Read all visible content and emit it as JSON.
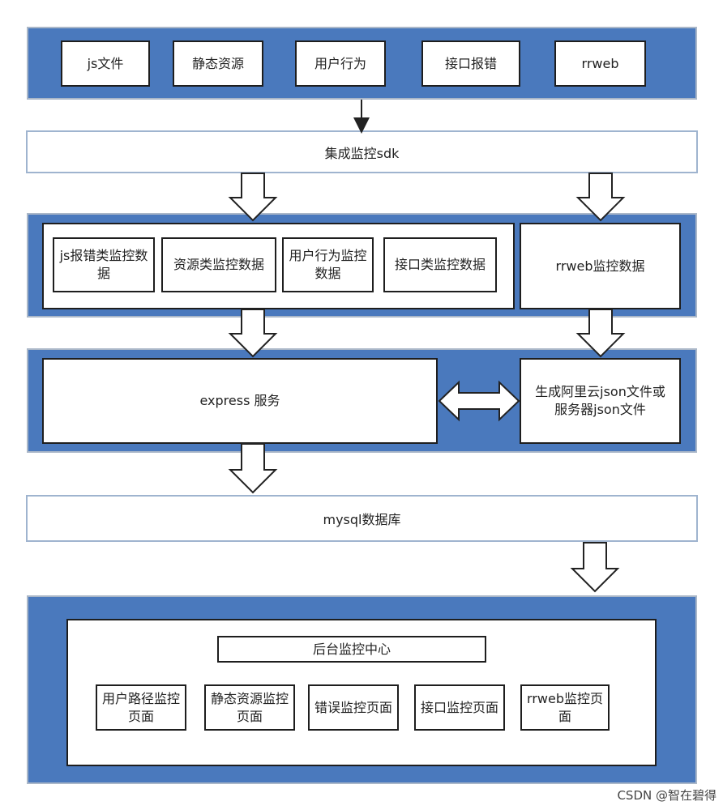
{
  "sources": {
    "js_files": "js文件",
    "static_resources": "静态资源",
    "user_behavior": "用户行为",
    "api_error": "接口报错",
    "rrweb": "rrweb"
  },
  "sdk_bar": "集成监控sdk",
  "monitor_data": {
    "js_error": "js报错类监控数据",
    "resource": "资源类监控数据",
    "user_behavior": "用户行为监控数据",
    "api": "接口类监控数据",
    "rrweb": "rrweb监控数据"
  },
  "services": {
    "express": "express 服务",
    "json_file": "生成阿里云json文件或服务器json文件"
  },
  "db_bar": "mysql数据库",
  "admin": {
    "center": "后台监控中心",
    "pages": {
      "user_path": "用户路径监控页面",
      "static_resource": "静态资源监控页面",
      "error": "错误监控页面",
      "api": "接口监控页面",
      "rrweb": "rrweb监控页面"
    }
  },
  "watermark": "CSDN @智在碧得",
  "colors": {
    "band": "#4a79bd",
    "band_border": "#aab7c8",
    "bar_border": "#9fb4cf"
  }
}
